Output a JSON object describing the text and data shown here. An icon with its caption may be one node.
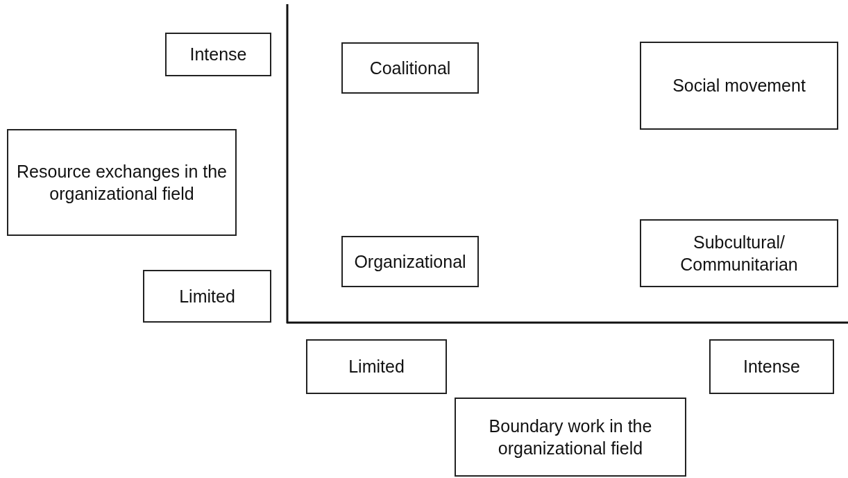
{
  "diagram": {
    "nodes": [
      {
        "text": [
          "Intense"
        ]
      },
      {
        "text": [
          "Resource exchanges in the organizational field"
        ]
      },
      {
        "text": [
          "Limited"
        ]
      },
      {
        "text": [
          "Coalitional"
        ]
      },
      {
        "text": [
          "Social movement"
        ]
      },
      {
        "text": [
          "Organizational"
        ]
      },
      {
        "text": [
          "Subcultural/ Communitarian"
        ]
      },
      {
        "text": [
          "Limited"
        ]
      },
      {
        "text": [
          "Intense"
        ]
      },
      {
        "text": [
          "Boundary work in the organizational field"
        ]
      }
    ]
  }
}
